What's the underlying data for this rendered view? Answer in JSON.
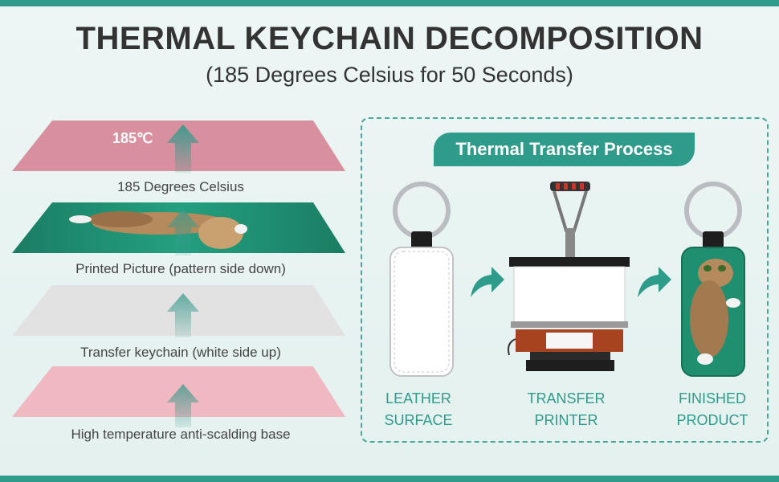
{
  "header": {
    "title": "THERMAL KEYCHAIN DECOMPOSITION",
    "subtitle": "(185 Degrees Celsius for 50 Seconds)"
  },
  "layers": {
    "temperature_label": "185℃",
    "items": [
      {
        "caption": "185 Degrees Celsius",
        "color": "#d9909e"
      },
      {
        "caption": "Printed Picture (pattern side down)",
        "color": "#1d8a6e"
      },
      {
        "caption": "Transfer keychain (white side up)",
        "color": "#e2e2e2"
      },
      {
        "caption": "High temperature anti-scalding base",
        "color": "#f0b9c2"
      }
    ]
  },
  "process": {
    "title": "Thermal Transfer Process",
    "steps": [
      {
        "line1": "LEATHER",
        "line2": "SURFACE"
      },
      {
        "line1": "TRANSFER",
        "line2": "PRINTER"
      },
      {
        "line1": "FINISHED",
        "line2": "PRODUCT"
      }
    ]
  },
  "colors": {
    "accent": "#2f9b8b",
    "title_text": "#333333",
    "panel_border": "#4aa89a"
  }
}
